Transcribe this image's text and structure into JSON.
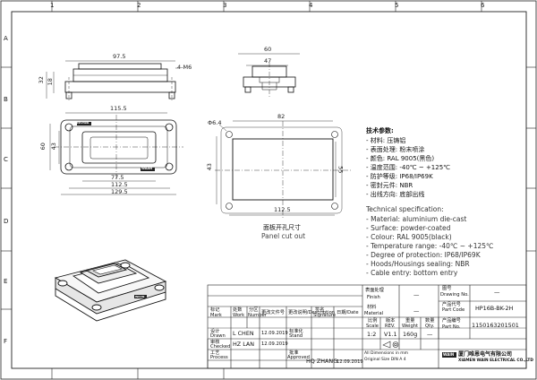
{
  "border": {
    "top_cols": [
      "1",
      "2",
      "3",
      "4",
      "5",
      "6"
    ],
    "side_rows": [
      "A",
      "B",
      "C",
      "D",
      "E",
      "F"
    ]
  },
  "views": {
    "side": {
      "width": "97.5",
      "thread": "4-M6",
      "h1": "32",
      "h2": "18"
    },
    "end": {
      "w1": "60",
      "w2": "47"
    },
    "front": {
      "w_top": "115.5",
      "h1": "60",
      "h2": "43",
      "b1": "77.5",
      "b2": "112.5",
      "b3": "129.5",
      "brand1": "NIVWA",
      "brand2": "WAAN"
    },
    "cutout": {
      "w_top": "82",
      "hole": "Φ6.4",
      "h": "43",
      "h_inner": "55",
      "w_bottom": "112.5",
      "caption_cn": "面板开孔尺寸",
      "caption_en": "Panel cut out"
    },
    "iso": {
      "brand": "WAAN"
    }
  },
  "specs_cn": {
    "title": "技术参数:",
    "lines": [
      "- 材料: 压铸铝",
      "- 表面处理: 粉末喷涂",
      "- 颜色: RAL 9005(黑色)",
      "- 温度范围: -40℃ ~ +125℃",
      "- 防护等级: IP68/IP69K",
      "- 密封元件: NBR",
      "- 出线方向: 底部出线"
    ]
  },
  "specs_en": {
    "title": "Technical specification:",
    "lines": [
      "- Material: aluminium die-cast",
      "- Surface: powder-coated",
      "- Colour: RAL 9005(black)",
      "- Temperature range: -40℃ ~ +125℃",
      "- Degree of protection: IP68/IP69K",
      "- Hoods/Housings sealing: NBR",
      "- Cable entry: bottom entry"
    ]
  },
  "title_block": {
    "col_mark": "标记",
    "col_mark_en": "Mark",
    "col_qty": "处数",
    "col_qty_en": "Work",
    "col_num": "分区",
    "col_num_en": "Number",
    "col_change": "更改文件号",
    "col_desc": "更改说明/Description",
    "col_sign": "签名",
    "col_sign_en": "Signature",
    "col_date": "日期/Date",
    "drawn_label": "设计",
    "drawn_label_en": "Drawn",
    "drawn_name": "L CHEN",
    "drawn_date": "12.09.2019",
    "checked_label": "审核",
    "checked_label_en": "Checked",
    "checked_name": "HZ LAN",
    "checked_date": "12.09.2019",
    "process_label": "工艺",
    "process_label_en": "Process",
    "std_label": "标准化",
    "std_label_en": "Stand",
    "approved_label": "批准",
    "approved_label_en": "Approved",
    "approved_name": "HQ ZHANG",
    "approved_date": "12.09.2019",
    "finish_label": "表面处理",
    "finish_label_en": "Finish",
    "finish_value": "—",
    "material_label": "材料",
    "material_label_en": "Material",
    "material_value": "—",
    "scale_label": "比例",
    "scale_label_en": "Scale",
    "scale_value": "1:2",
    "version_label": "版本",
    "version_label_en": "REV.",
    "version_value": "V1.1",
    "weight_label": "重量",
    "weight_label_en": "Weight",
    "weight_value": "160g",
    "qty_label": "数量",
    "qty_label_en": "Qty.",
    "qty_value": "—",
    "drawing_label": "图号",
    "drawing_label_en": "Drawing No.",
    "drawing_value": "—",
    "partcode_label": "产品代号",
    "partcode_label_en": "Part Code",
    "partcode_value": "HP16B-BK-2H",
    "partno_label": "产品编号",
    "partno_label_en": "Part No.",
    "partno_value": "1150163201501",
    "dims_note1": "All Dimensions in mm",
    "dims_note2": "Original Size DIN A 4",
    "company_cn": "厦门唯恩电气有限公司",
    "company_en": "XIAMEN WAIN ELECTRICAL CO.,LTD",
    "logo_text": "WAIN"
  }
}
